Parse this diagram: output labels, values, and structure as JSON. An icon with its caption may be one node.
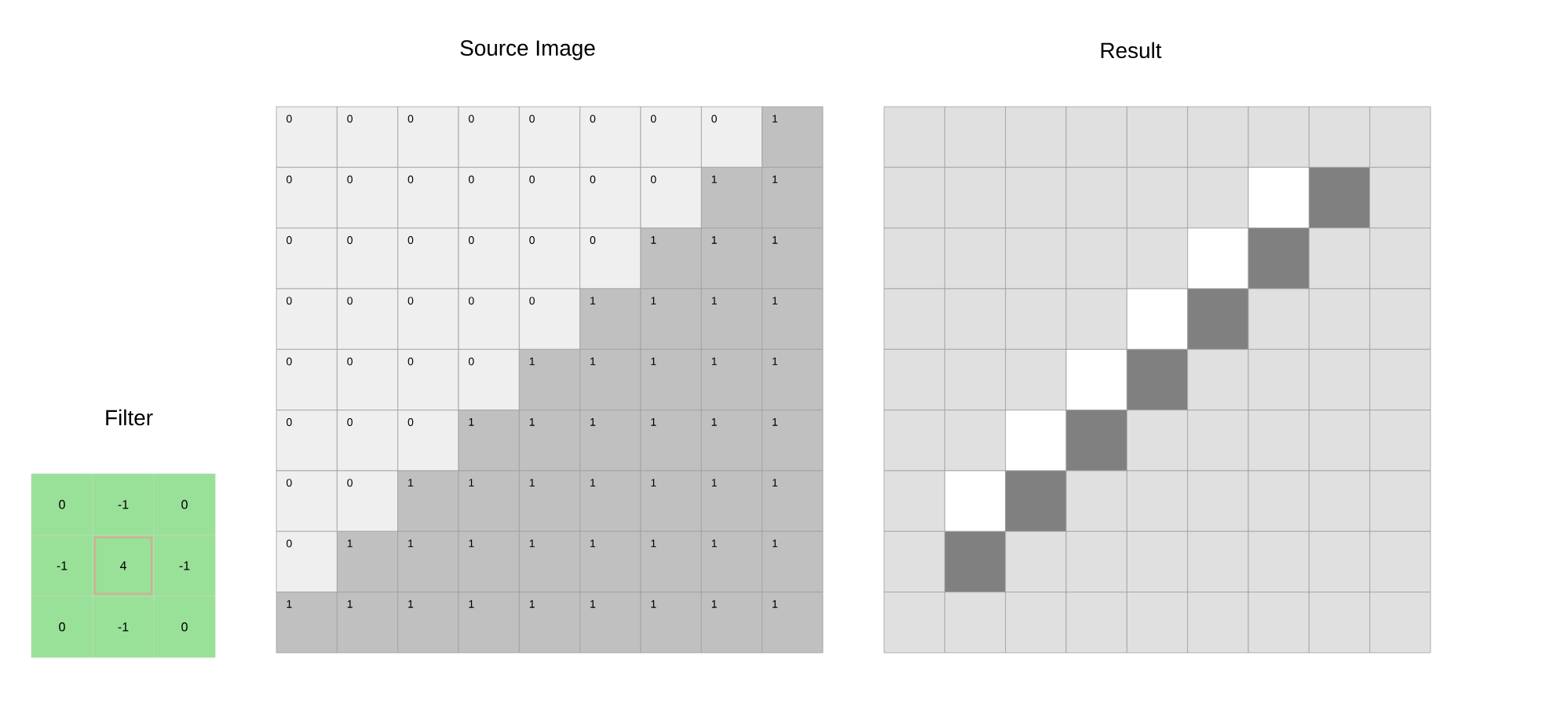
{
  "diagram": {
    "labels": [
      "Source Image",
      "Result",
      "Filter",
      "0",
      "0",
      "0",
      "0",
      "0",
      "0",
      "0",
      "0",
      "1",
      "0",
      "0",
      "0",
      "0",
      "0",
      "0",
      "0",
      "1",
      "1",
      "0",
      "0",
      "0",
      "0",
      "0",
      "0",
      "1",
      "1",
      "1",
      "0",
      "0",
      "0",
      "0",
      "0",
      "1",
      "1",
      "1",
      "1",
      "0",
      "0",
      "0",
      "0",
      "1",
      "1",
      "1",
      "1",
      "1",
      "0",
      "0",
      "0",
      "1",
      "1",
      "1",
      "1",
      "1",
      "1",
      "0",
      "0",
      "1",
      "1",
      "1",
      "1",
      "1",
      "1",
      "1",
      "0",
      "1",
      "1",
      "1",
      "1",
      "1",
      "1",
      "1",
      "1",
      "1",
      "1",
      "1",
      "1",
      "1",
      "1",
      "1",
      "1",
      "1",
      "0",
      "-1",
      "0",
      "-1",
      "4",
      "-1",
      "0",
      "-1",
      "0"
    ]
  }
}
